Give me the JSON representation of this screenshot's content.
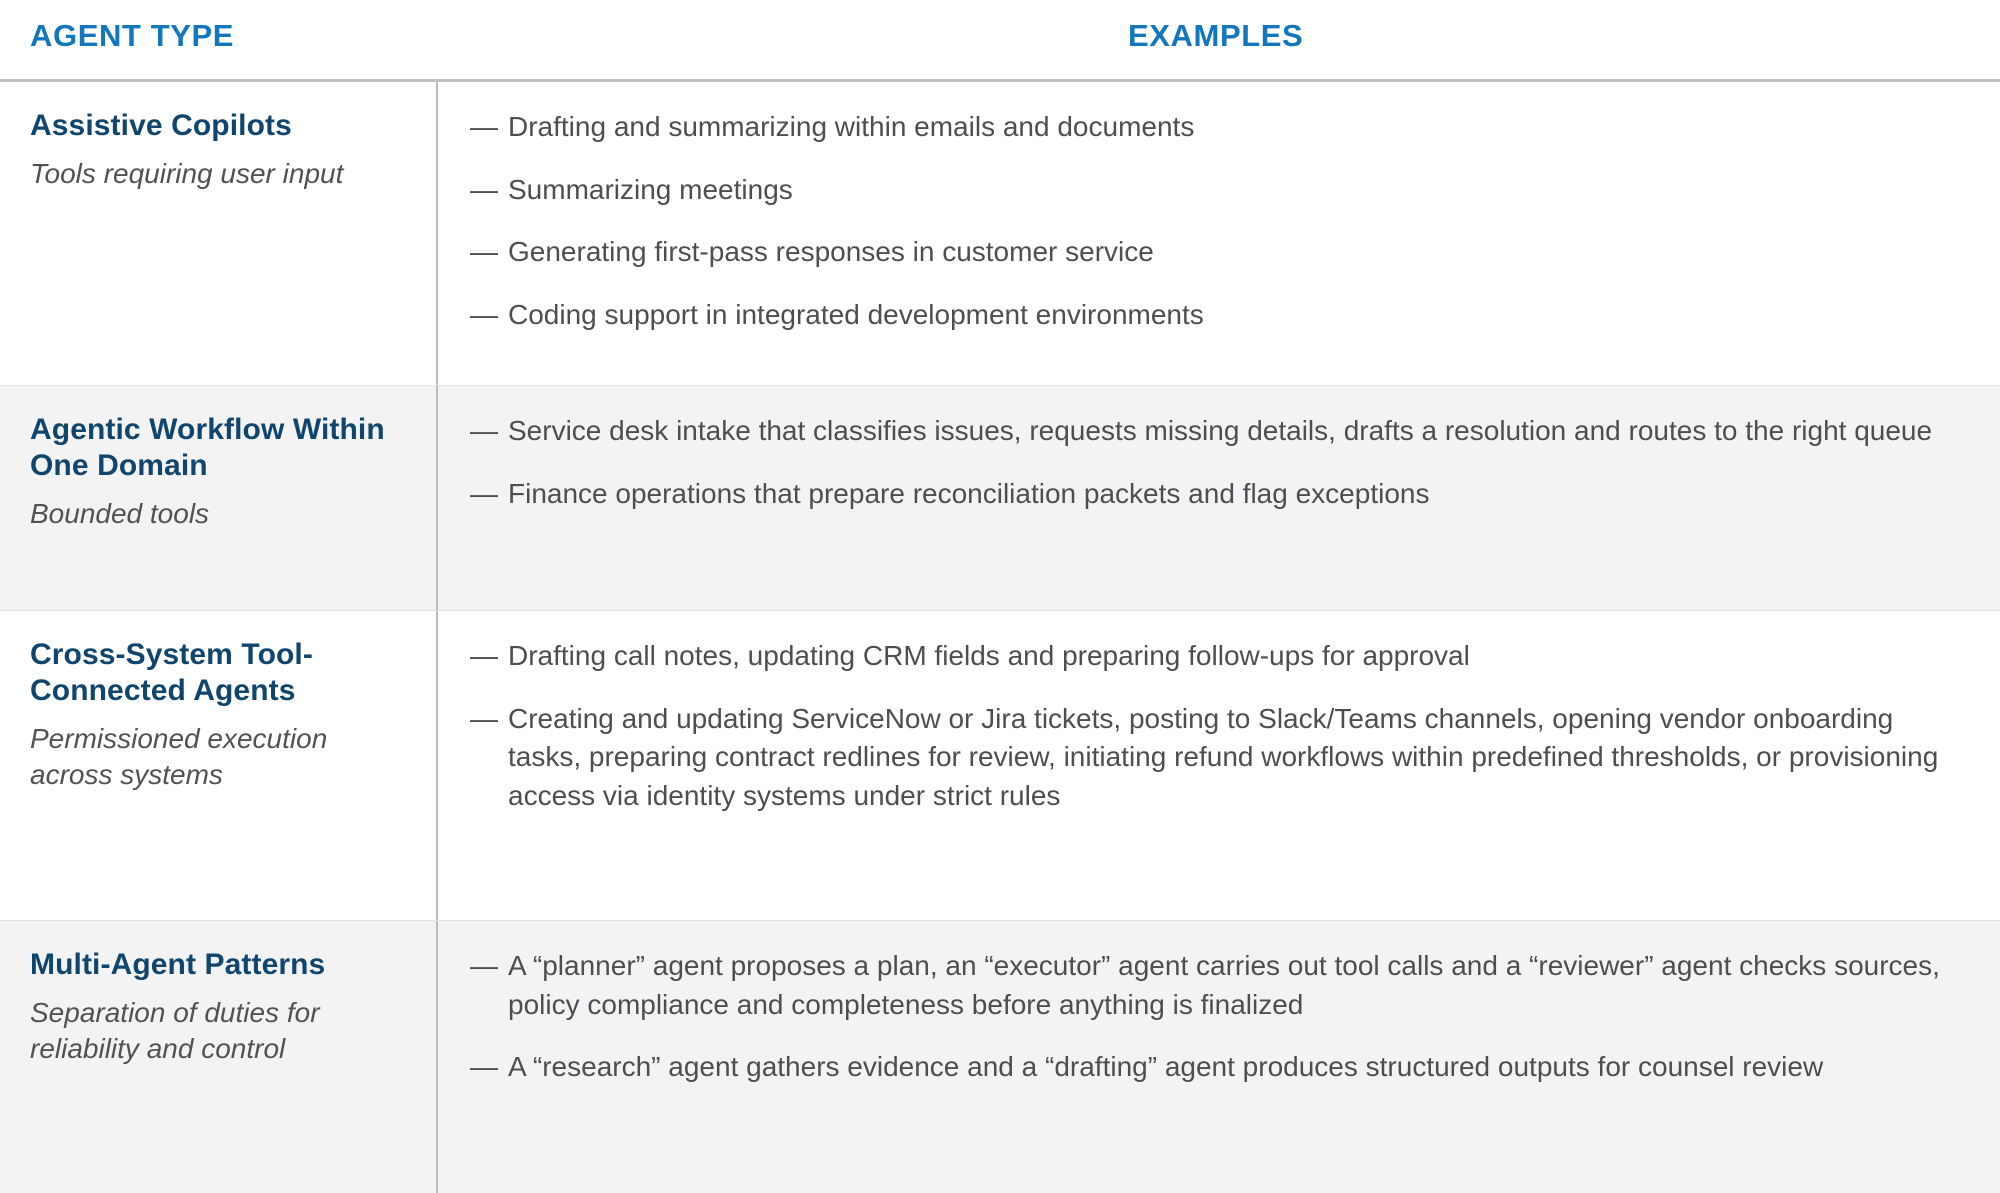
{
  "header": {
    "agent_type_label": "AGENT TYPE",
    "examples_label": "EXAMPLES"
  },
  "colors": {
    "header_blue": "#1277bc",
    "title_navy": "#10456e",
    "body_gray": "#4b4f52",
    "subtitle_gray": "#4f5356",
    "alt_row_bg": "#f4f3f3",
    "divider_gray": "#b9bdc0",
    "header_rule_gray": "#bfc3c6"
  },
  "bullet_marker": "—",
  "rows": [
    {
      "title": "Assistive Copilots",
      "subtitle": "Tools requiring user input",
      "shaded": false,
      "examples": [
        "Drafting and summarizing within emails and documents",
        "Summarizing meetings",
        "Generating first-pass responses in customer service",
        "Coding support in integrated development environments"
      ]
    },
    {
      "title": "Agentic Workflow Within One Domain",
      "subtitle": "Bounded tools",
      "shaded": true,
      "examples": [
        "Service desk intake that classifies issues, requests missing details, drafts a resolution and routes to the right queue",
        "Finance operations that prepare reconciliation packets and flag exceptions"
      ]
    },
    {
      "title": "Cross-System Tool-Connected Agents",
      "subtitle": "Permissioned execution across systems",
      "shaded": false,
      "examples": [
        "Drafting call notes, updating CRM fields and preparing follow-ups for approval",
        "Creating and updating ServiceNow or Jira tickets, posting to Slack/Teams channels, opening vendor onboarding tasks, preparing contract redlines for review, initiating refund workflows within predefined thresholds, or provisioning access via identity systems under strict rules"
      ]
    },
    {
      "title": "Multi-Agent Patterns",
      "subtitle": "Separation of duties for reliability and control",
      "shaded": true,
      "examples": [
        "A “planner” agent proposes a plan, an “executor” agent carries out tool calls and a “reviewer” agent checks sources, policy compliance and completeness before anything is finalized",
        "A “research” agent gathers evidence and a “drafting” agent produces structured outputs for counsel review"
      ]
    }
  ]
}
